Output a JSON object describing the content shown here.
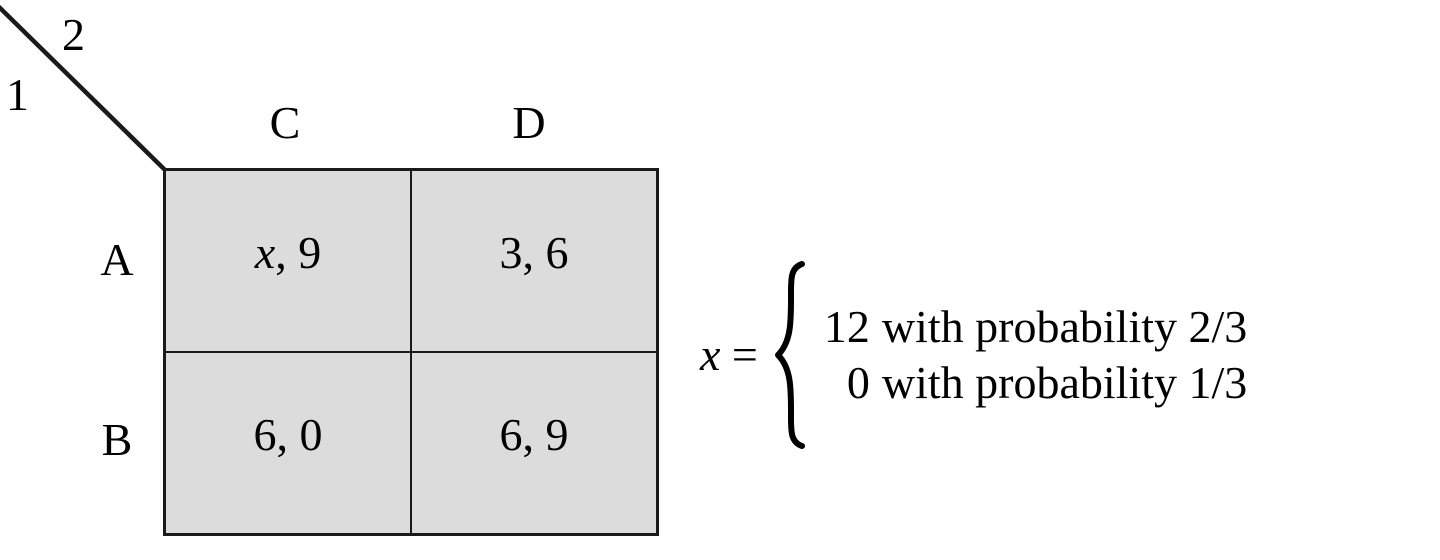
{
  "players": {
    "row_player_label": "1",
    "column_player_label": "2"
  },
  "matrix": {
    "column_headers": [
      "C",
      "D"
    ],
    "row_headers": [
      "A",
      "B"
    ],
    "cells": [
      [
        {
          "row_payoff": "x",
          "row_payoff_italic": true,
          "col_payoff": "9",
          "text": "x, 9"
        },
        {
          "row_payoff": "3",
          "row_payoff_italic": false,
          "col_payoff": "6",
          "text": "3, 6"
        }
      ],
      [
        {
          "row_payoff": "6",
          "row_payoff_italic": false,
          "col_payoff": "0",
          "text": "6, 0"
        },
        {
          "row_payoff": "6",
          "row_payoff_italic": false,
          "col_payoff": "9",
          "text": "6, 9"
        }
      ]
    ],
    "cell_fill_color": "#dcdcdc",
    "border_color": "#1a1a1a"
  },
  "definition": {
    "variable": "x",
    "equals_sign": "=",
    "lhs": "x =",
    "cases": [
      {
        "value": "12",
        "description": "with probability 2/3",
        "probability": "2/3"
      },
      {
        "value": "0",
        "description": "with probability 1/3",
        "probability": "1/3"
      }
    ]
  },
  "chart_data": {
    "type": "table",
    "title": "",
    "categories": [
      "C",
      "D"
    ],
    "row_categories": [
      "A",
      "B"
    ],
    "values": [
      [
        "x, 9",
        "3, 6"
      ],
      [
        "6, 0",
        "6, 9"
      ]
    ]
  }
}
